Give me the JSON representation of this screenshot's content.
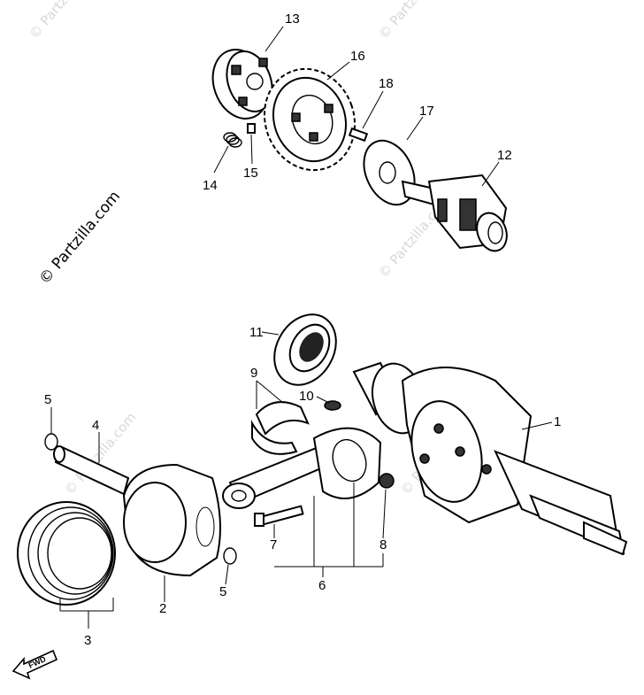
{
  "watermark": {
    "main_text": "© Partzilla.com",
    "tile_text": "© Partzilla.com"
  },
  "callouts": {
    "p1": "1",
    "p2": "2",
    "p3": "3",
    "p4": "4",
    "p5a": "5",
    "p5b": "5",
    "p6": "6",
    "p7": "7",
    "p8": "8",
    "p9": "9",
    "p10": "10",
    "p11": "11",
    "p12": "12",
    "p13": "13",
    "p14": "14",
    "p15": "15",
    "p16": "16",
    "p17": "17",
    "p18": "18"
  },
  "fwd_label": "FWD"
}
